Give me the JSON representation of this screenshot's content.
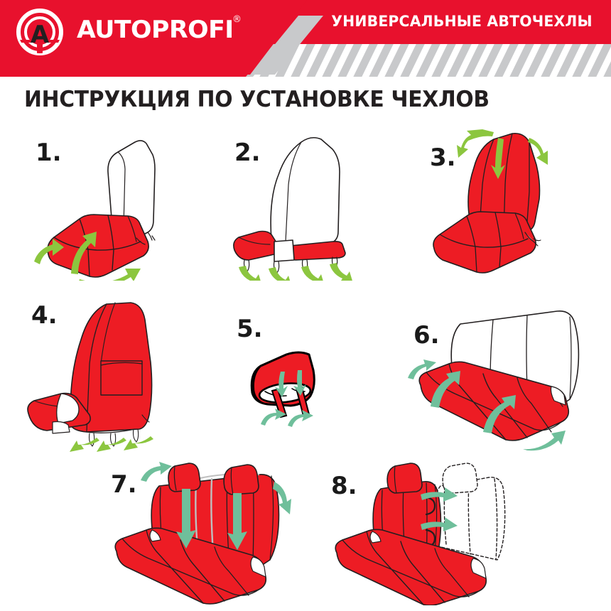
{
  "header": {
    "brand_name": "AUTOPROFI",
    "registered_mark": "®",
    "tagline": "УНИВЕРСАЛЬНЫЕ АВТОЧЕХЛЫ",
    "logo_letter": "A",
    "brand_red": "#E8112D",
    "stripe_grey": "#C8C9CB"
  },
  "title": "ИНСТРУКЦИЯ ПО УСТАНОВКЕ ЧЕХЛОВ",
  "colors": {
    "seat_red": "#ED1C24",
    "arrow_green_bright": "#8CC63F",
    "arrow_green_teal": "#6FBF9B",
    "outline": "#231f20",
    "white": "#ffffff"
  },
  "steps": [
    {
      "number": "1.",
      "subject": "front-seat-cushion-cover"
    },
    {
      "number": "2.",
      "subject": "front-seat-cushion-straps"
    },
    {
      "number": "3.",
      "subject": "front-seat-backrest-cover"
    },
    {
      "number": "4.",
      "subject": "front-seat-backrest-pocket"
    },
    {
      "number": "5.",
      "subject": "headrest-cover"
    },
    {
      "number": "6.",
      "subject": "rear-bench-cushion-cover"
    },
    {
      "number": "7.",
      "subject": "rear-bench-backrest-cover"
    },
    {
      "number": "8.",
      "subject": "rear-bench-split-backrest"
    }
  ]
}
